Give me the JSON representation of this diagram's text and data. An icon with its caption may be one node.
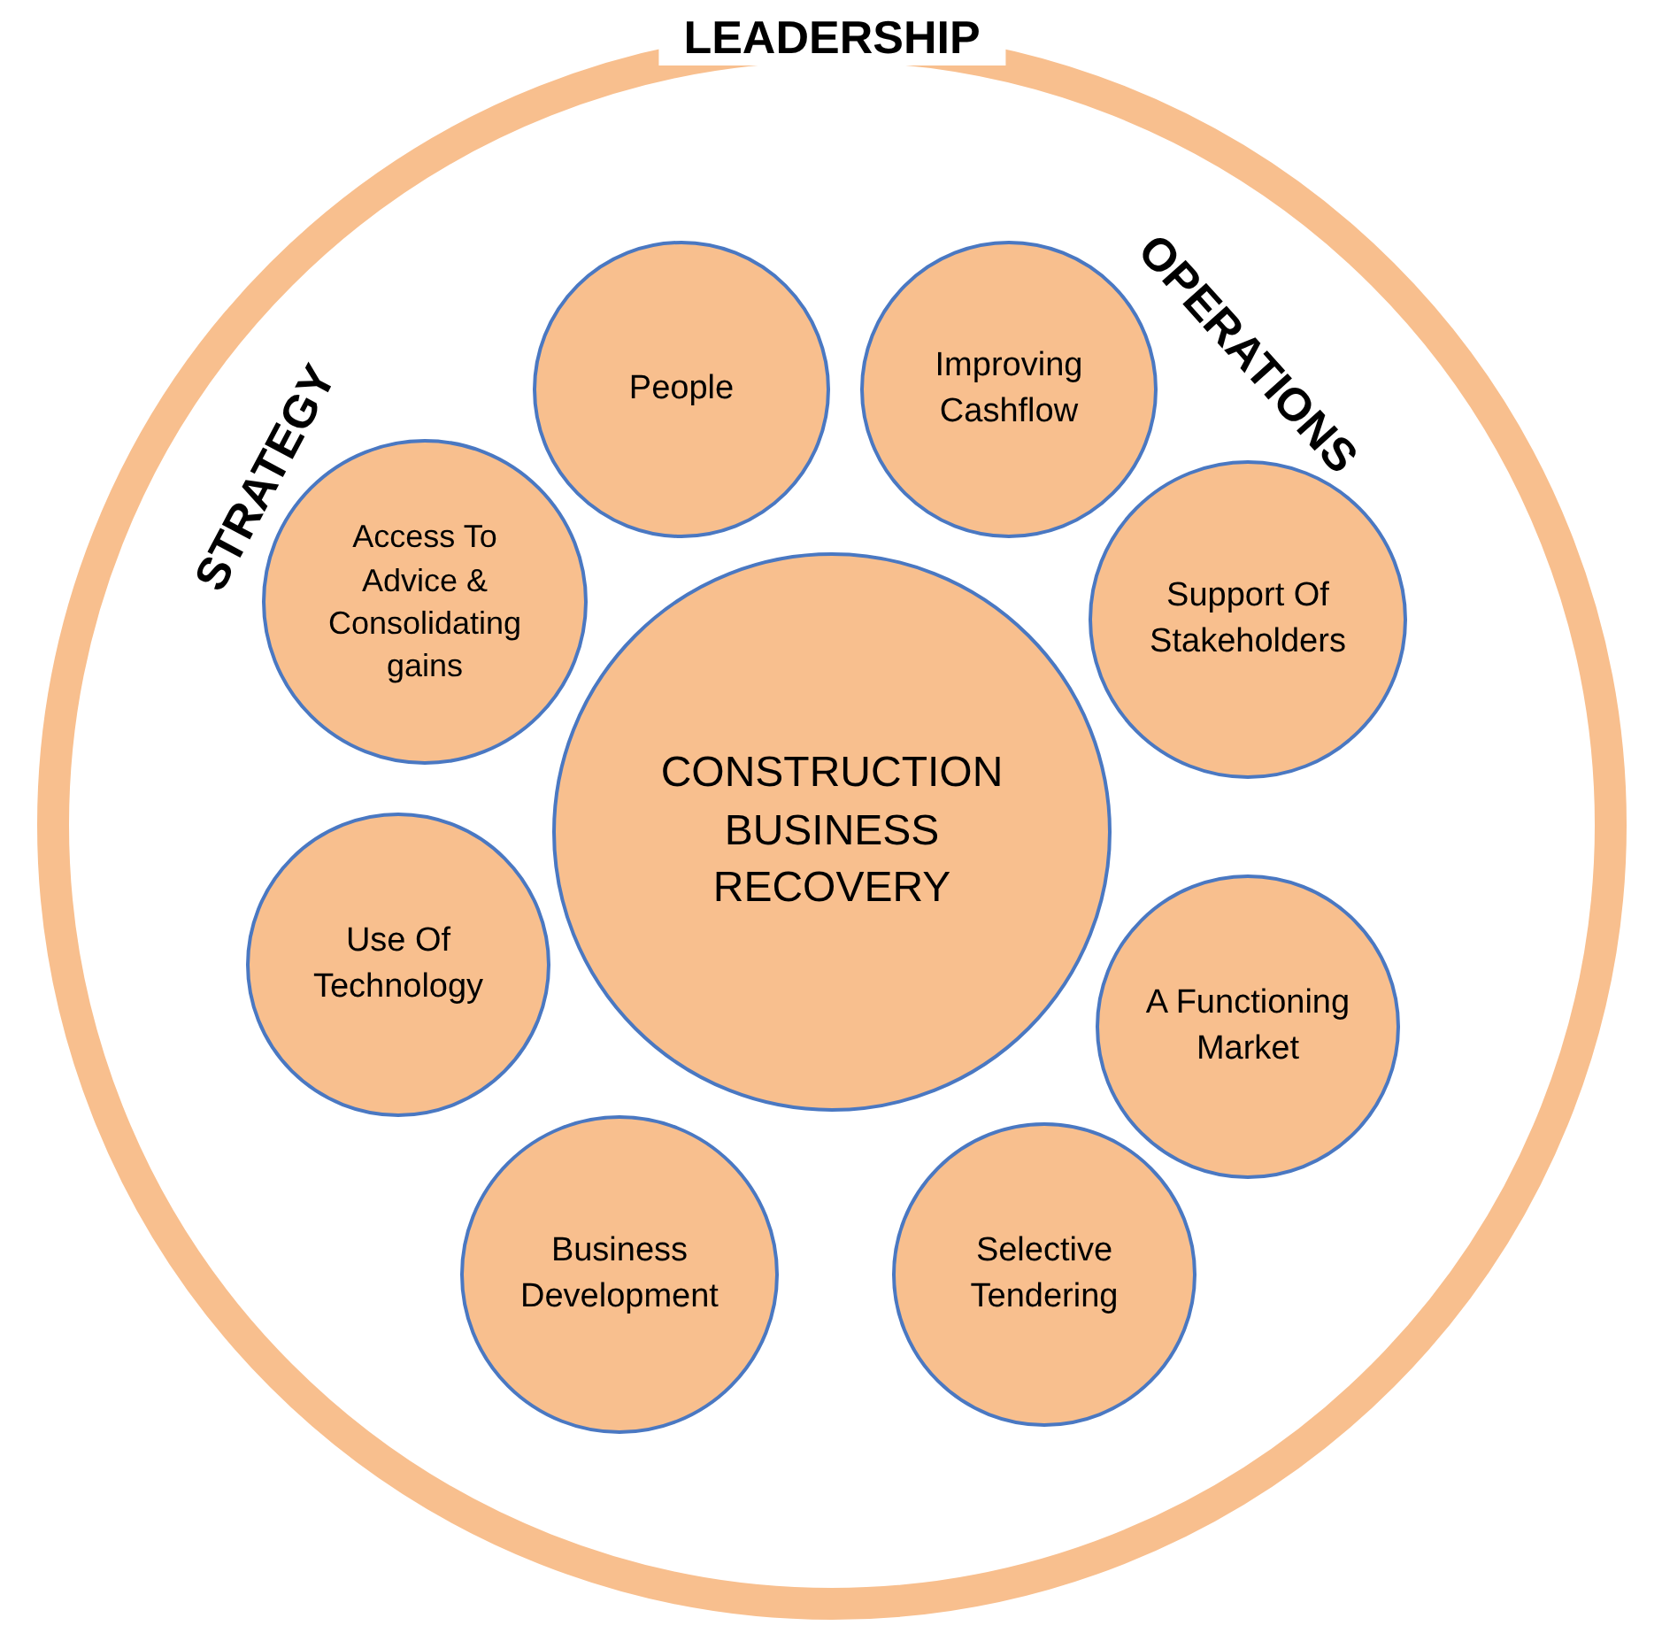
{
  "diagram": {
    "nodes": [
      {
        "text": [
          "LEADERSHIP"
        ]
      },
      {
        "text": [
          "People"
        ],
        "in": 0
      },
      {
        "text": [
          "Improving Cashflow"
        ],
        "in": 0
      },
      {
        "text": [
          "Access To Advice & Consolidating gains"
        ],
        "in": 0
      },
      {
        "text": [
          "CONSTRUCTION BUSINESS RECOVERY"
        ],
        "in": 0
      },
      {
        "text": [
          "Support Of Stakeholders"
        ],
        "in": 0
      },
      {
        "text": [
          "Use Of Technology"
        ],
        "in": 0
      },
      {
        "text": [
          "A Functioning Market"
        ],
        "in": 0
      },
      {
        "text": [
          "Business Development"
        ],
        "in": 0
      },
      {
        "text": [
          "Selective Tendering"
        ],
        "in": 0
      }
    ],
    "edges": [],
    "labels": [
      "STRATEGY",
      "OPERATIONS"
    ]
  }
}
